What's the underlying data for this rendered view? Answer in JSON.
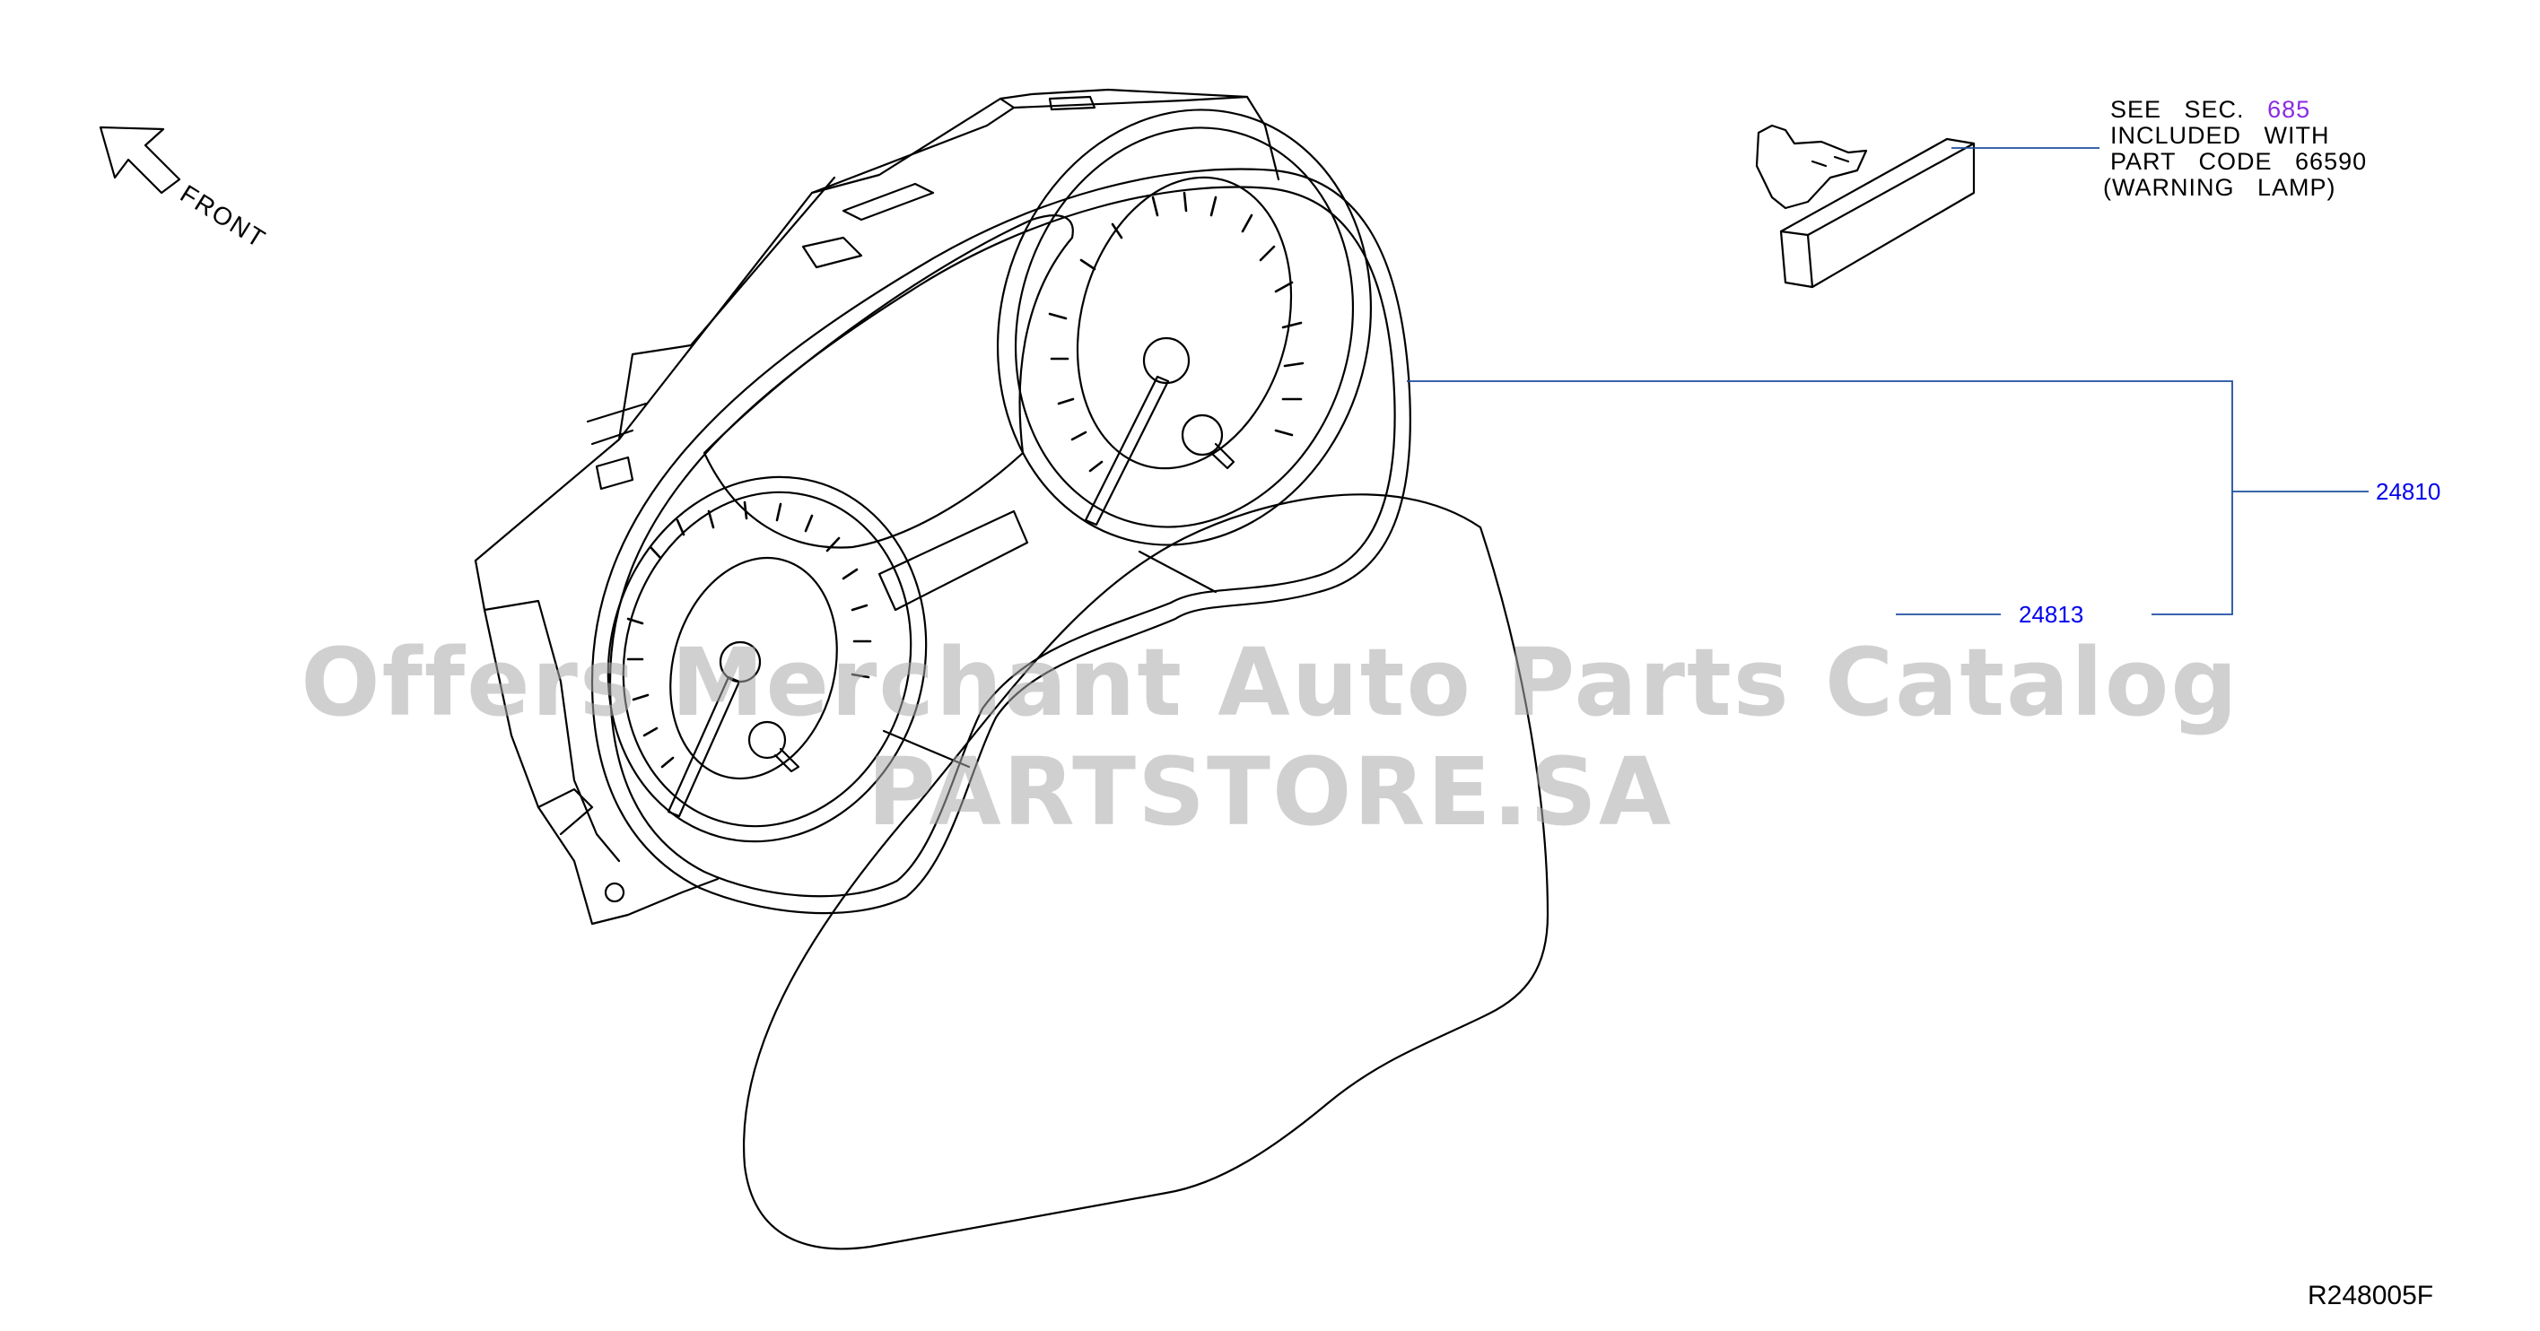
{
  "diagram": {
    "front_label": "FRONT",
    "see_sec_prefix": "SEE   SEC.   ",
    "see_sec_number": "685",
    "note_line2": "INCLUDED   WITH",
    "note_line3": "PART   CODE   66590",
    "note_line4": "(WARNING   LAMP)",
    "part_numbers": [
      "24810",
      "24813"
    ],
    "diagram_code": "R248005F",
    "watermark": "Offers Merchant Auto Parts Catalog PARTSTORE.SA",
    "colors": {
      "leader": "#1f4fa0",
      "part_link": "#0000ee",
      "section_link": "#8a2be2",
      "lines": "#000000"
    }
  }
}
